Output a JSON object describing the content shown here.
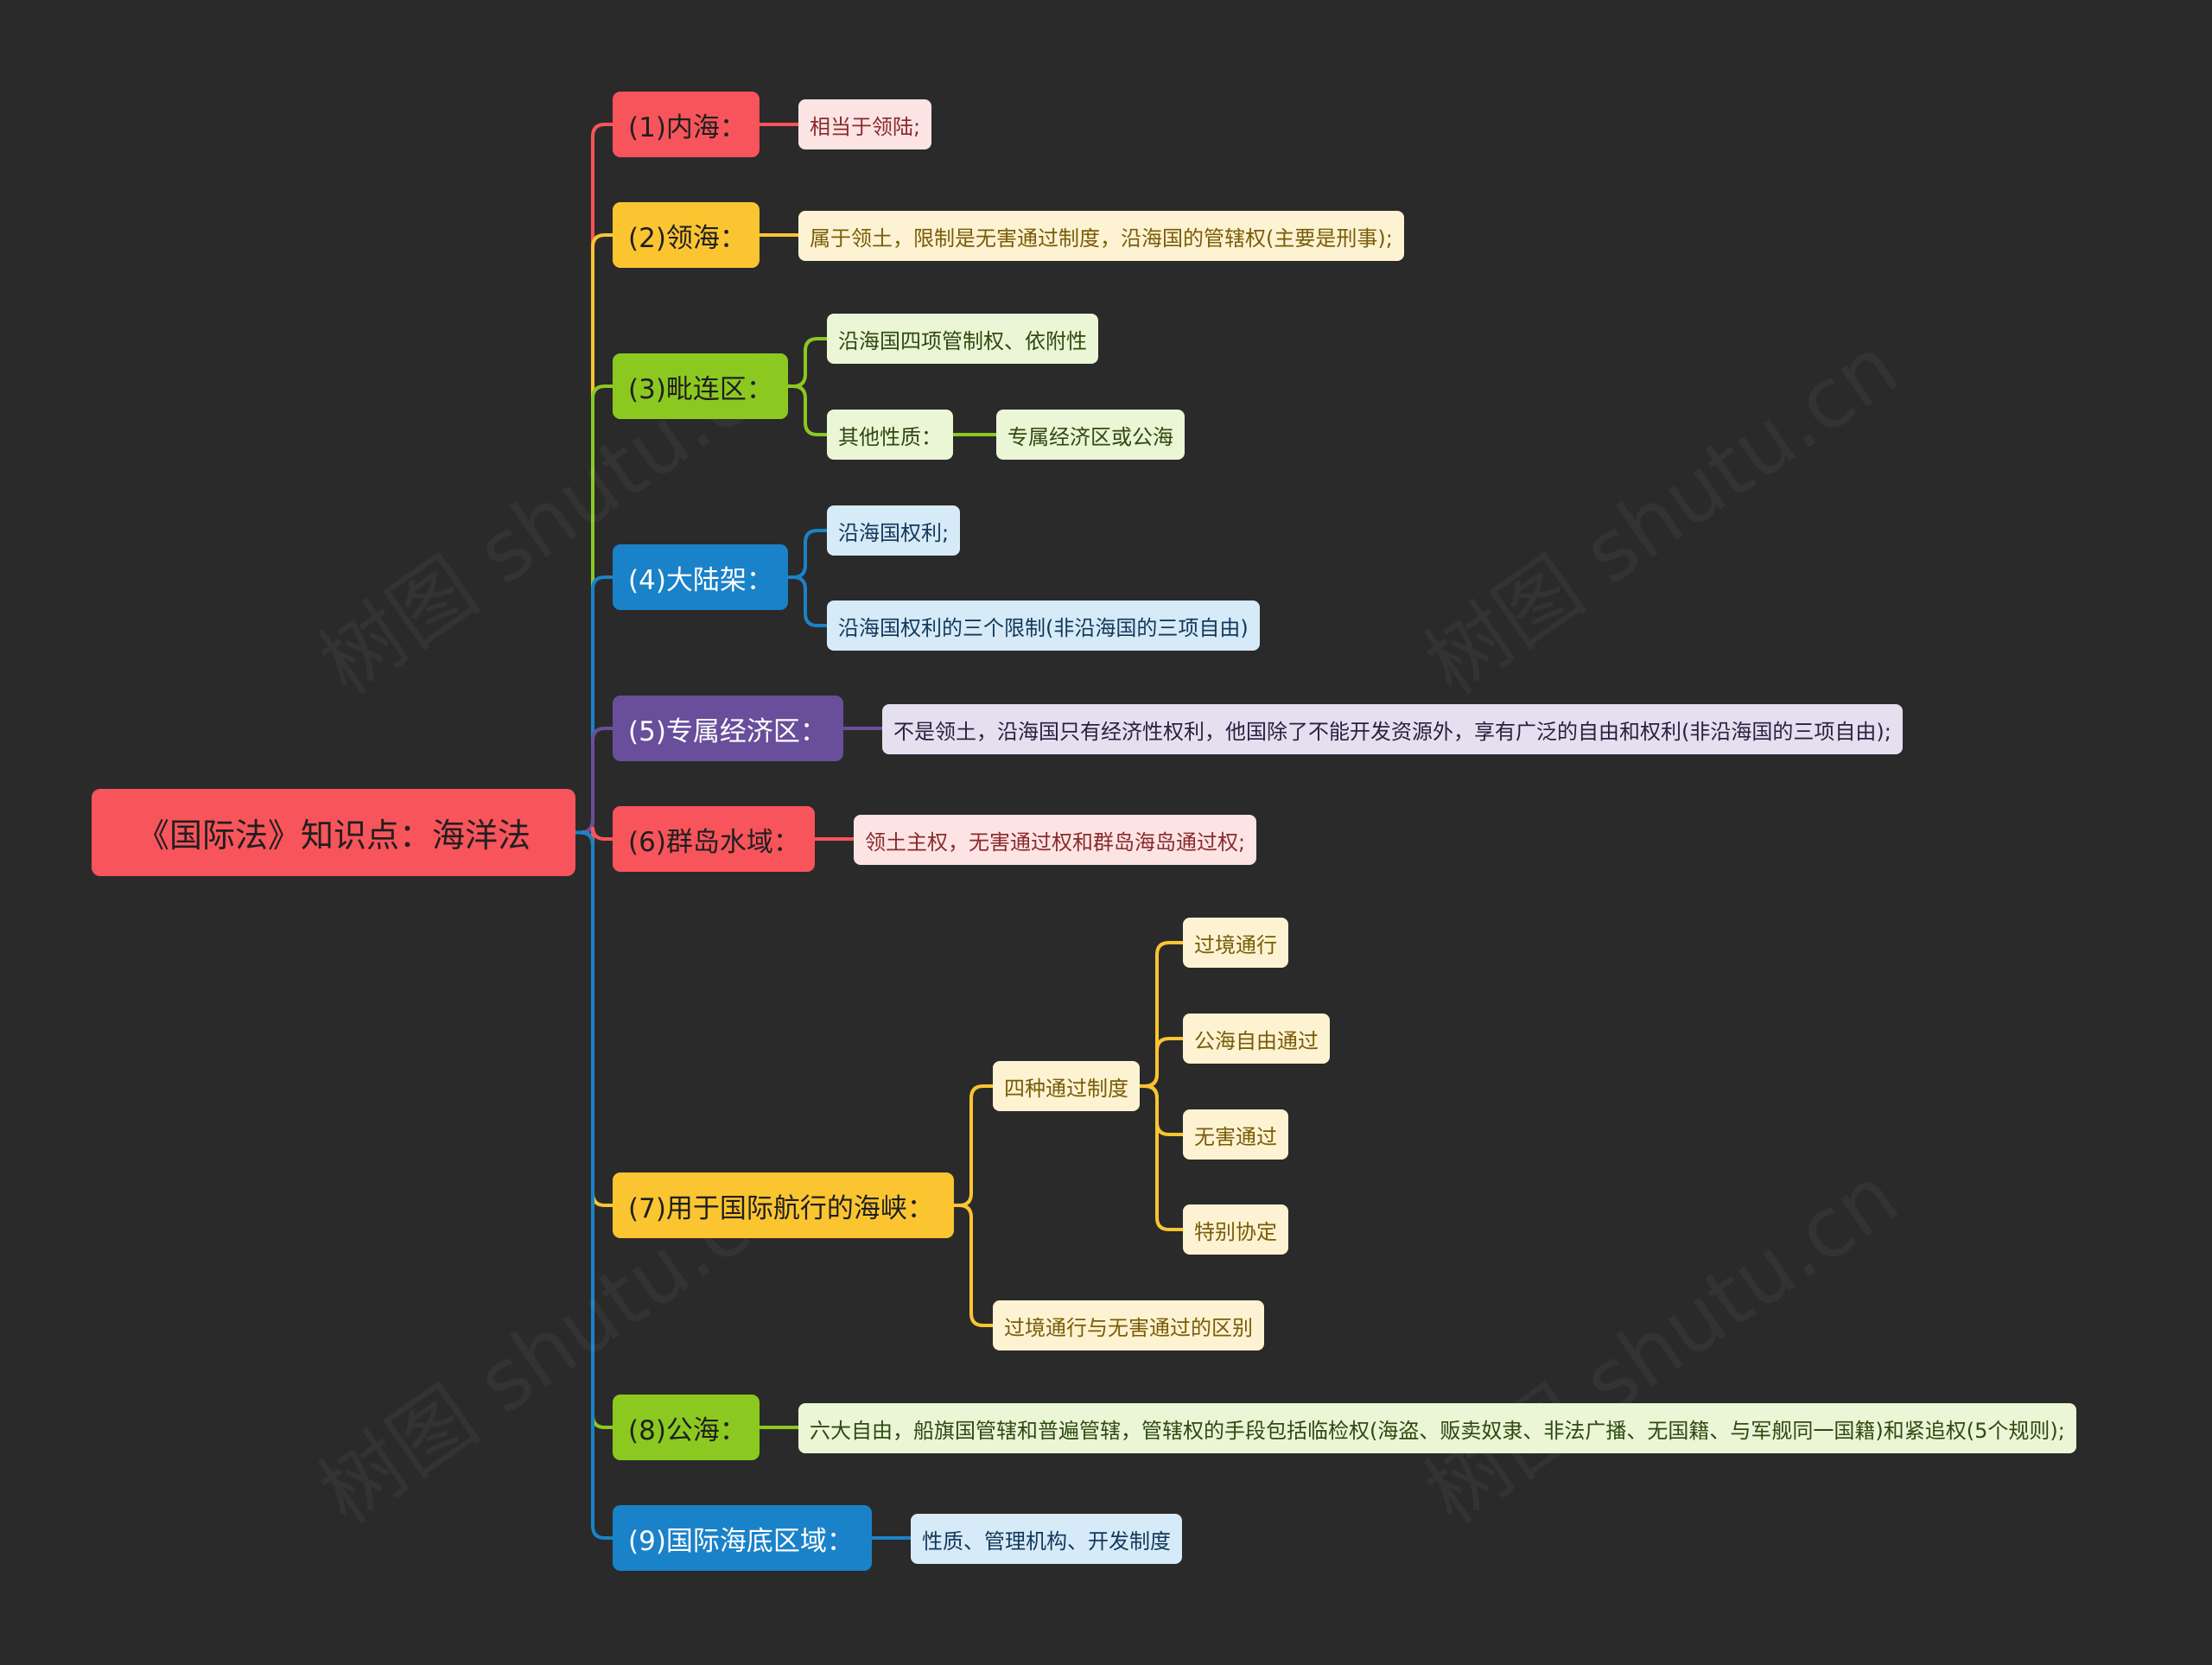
{
  "root": {
    "label": "《国际法》知识点：海洋法"
  },
  "watermark": "树图 shutu.cn",
  "colors": {
    "background": "#2a2a2a",
    "red": "#f8545b",
    "yellow": "#fbc531",
    "green": "#8cc920",
    "blue": "#1a82c8",
    "purple": "#694e9b"
  },
  "branches": [
    {
      "label": "(1)内海：",
      "color": "#f8545b",
      "children": [
        {
          "label": "相当于领陆;"
        }
      ]
    },
    {
      "label": "(2)领海：",
      "color": "#fbc531",
      "children": [
        {
          "label": "属于领土，限制是无害通过制度，沿海国的管辖权(主要是刑事);"
        }
      ]
    },
    {
      "label": "(3)毗连区：",
      "color": "#8cc920",
      "children": [
        {
          "label": "沿海国四项管制权、依附性"
        },
        {
          "label": "其他性质：",
          "children": [
            {
              "label": "专属经济区或公海"
            }
          ]
        }
      ]
    },
    {
      "label": "(4)大陆架：",
      "color": "#1a82c8",
      "children": [
        {
          "label": "沿海国权利;"
        },
        {
          "label": "沿海国权利的三个限制(非沿海国的三项自由)"
        }
      ]
    },
    {
      "label": "(5)专属经济区：",
      "color": "#694e9b",
      "children": [
        {
          "label": "不是领土，沿海国只有经济性权利，他国除了不能开发资源外，享有广泛的自由和权利(非沿海国的三项自由);"
        }
      ]
    },
    {
      "label": "(6)群岛水域：",
      "color": "#f8545b",
      "children": [
        {
          "label": "领土主权，无害通过权和群岛海岛通过权;"
        }
      ]
    },
    {
      "label": "(7)用于国际航行的海峡：",
      "color": "#fbc531",
      "children": [
        {
          "label": "四种通过制度",
          "children": [
            {
              "label": "过境通行"
            },
            {
              "label": "公海自由通过"
            },
            {
              "label": "无害通过"
            },
            {
              "label": "特别协定"
            }
          ]
        },
        {
          "label": "过境通行与无害通过的区别"
        }
      ]
    },
    {
      "label": "(8)公海：",
      "color": "#8cc920",
      "children": [
        {
          "label": "六大自由，船旗国管辖和普遍管辖，管辖权的手段包括临检权(海盗、贩卖奴隶、非法广播、无国籍、与军舰同一国籍)和紧追权(5个规则);"
        }
      ]
    },
    {
      "label": "(9)国际海底区域：",
      "color": "#1a82c8",
      "children": [
        {
          "label": "性质、管理机构、开发制度"
        }
      ]
    }
  ]
}
